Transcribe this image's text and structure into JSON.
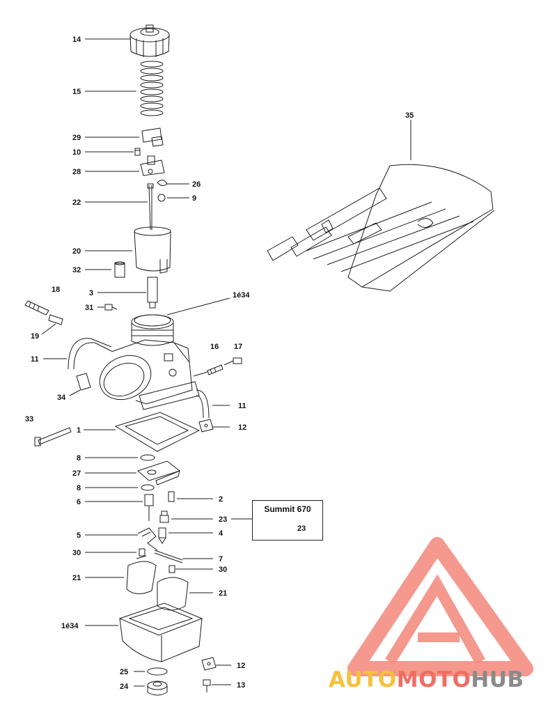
{
  "callout": {
    "title": "Summit 670",
    "part": "23"
  },
  "watermark": {
    "part_auto": "AUTO",
    "part_moto": "MOTO",
    "part_hub": "HUB"
  },
  "labels": {
    "l14": "14",
    "l15": "15",
    "l29": "29",
    "l10": "10",
    "l28": "28",
    "l26": "26",
    "l9": "9",
    "l22": "22",
    "l20": "20",
    "l32": "32",
    "l3": "3",
    "l18": "18",
    "l31": "31",
    "l1e34a": "1é34",
    "l19": "19",
    "l11a": "11",
    "l16": "16",
    "l17": "17",
    "l34": "34",
    "l11b": "11",
    "l33": "33",
    "l1": "1",
    "l12a": "12",
    "l8a": "8",
    "l27": "27",
    "l8b": "8",
    "l6": "6",
    "l2": "2",
    "l23": "23",
    "l5": "5",
    "l4": "4",
    "l30a": "30",
    "l7": "7",
    "l21a": "21",
    "l30b": "30",
    "l21b": "21",
    "l1e34b": "1é34",
    "l25": "25",
    "l12b": "12",
    "l24": "24",
    "l13": "13",
    "l35": "35"
  },
  "colors": {
    "line": "#1a1a1a",
    "watermark_red": "#ef6e62",
    "watermark_yellow": "#f6c13b",
    "watermark_gray": "#8a8a8a"
  }
}
